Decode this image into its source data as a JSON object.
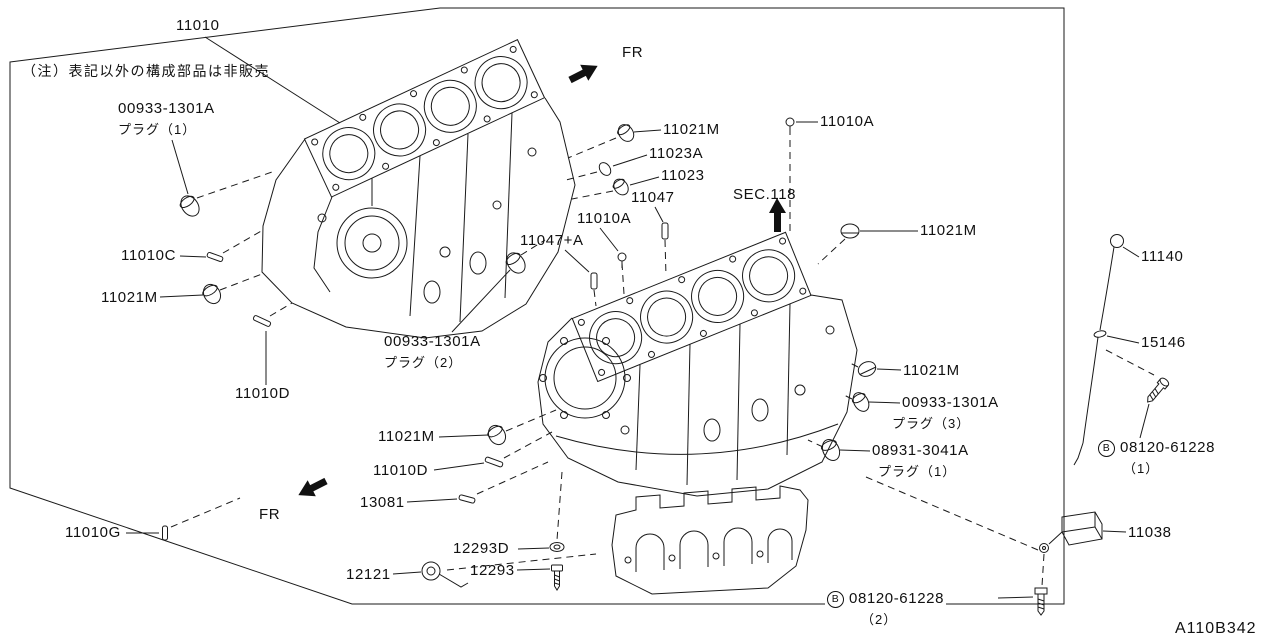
{
  "note": "（注）表記以外の構成部品は非販売",
  "diagram_code": "A110B342",
  "fr": "FR",
  "section_label": "SEC.118",
  "b_mark": "B",
  "labels": {
    "p11010": "11010",
    "p00933": "00933-1301A",
    "plug1": "プラグ（1）",
    "plug2": "プラグ（2）",
    "plug3": "プラグ（3）",
    "p11021m": "11021M",
    "p11023a": "11023A",
    "p11023": "11023",
    "p11047": "11047",
    "p11010a": "11010A",
    "p11047a": "11047+A",
    "p11140": "11140",
    "p15146": "15146",
    "p11010c": "11010C",
    "p11010d": "11010D",
    "p08931": "08931-3041A",
    "p08120": "08120-61228",
    "q1": "（1）",
    "q2": "（2）",
    "p13081": "13081",
    "p11010g": "11010G",
    "p12293d": "12293D",
    "p12121": "12121",
    "p12293": "12293",
    "p11038": "11038"
  }
}
